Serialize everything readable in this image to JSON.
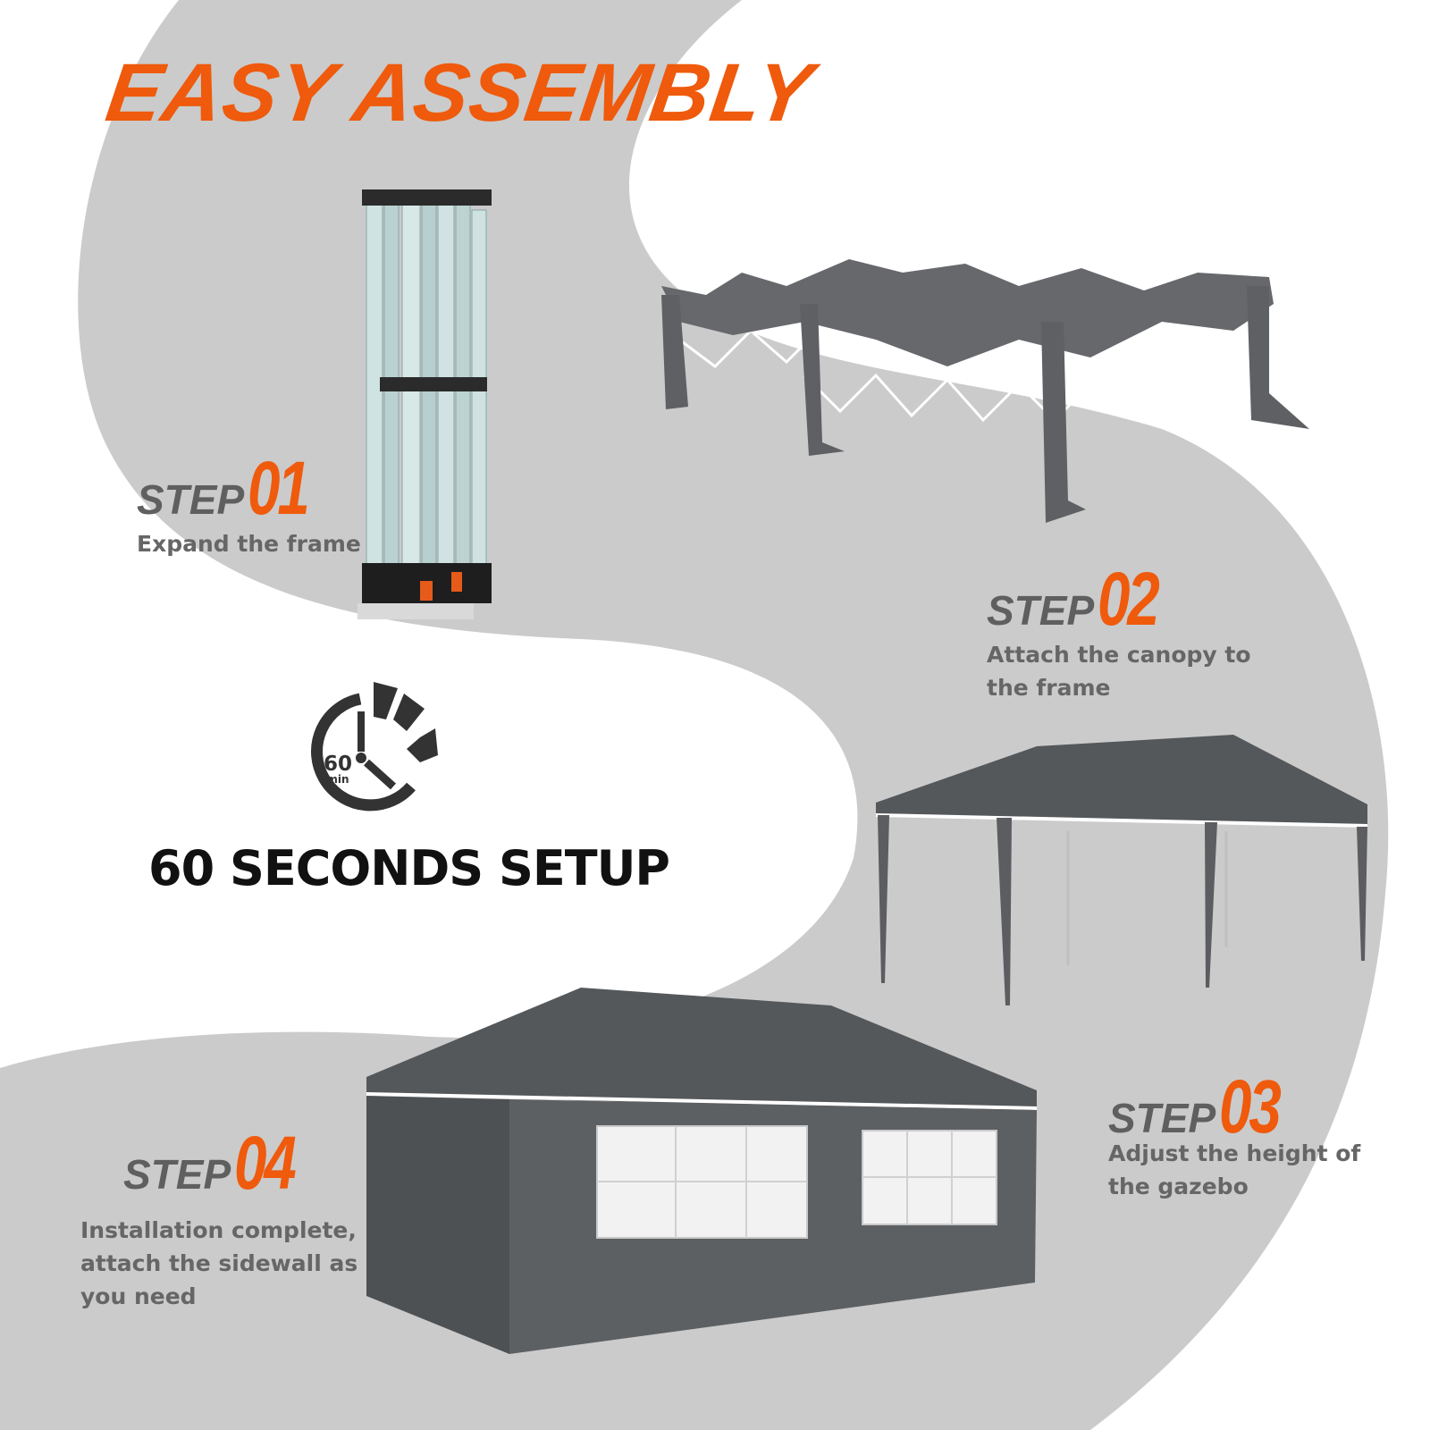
{
  "title": "EASY ASSEMBLY",
  "timer": {
    "value": "60",
    "unit": "min",
    "caption": "60 SECONDS SETUP"
  },
  "steps": [
    {
      "word": "STEP",
      "number": "01",
      "description": "Expand the frame"
    },
    {
      "word": "STEP",
      "number": "02",
      "description_lines": [
        "Attach the canopy to",
        "the frame"
      ]
    },
    {
      "word": "STEP",
      "number": "03",
      "description_lines": [
        "Adjust the height of",
        "the gazebo"
      ]
    },
    {
      "word": "STEP",
      "number": "04",
      "description_lines": [
        "Installation complete,",
        "attach the sidewall as",
        "you need"
      ]
    }
  ],
  "colors": {
    "accent": "#ef5a0c",
    "background_band": "#cbcbcb",
    "step_text": "#5f5f5f",
    "tent": "#5b5d60"
  }
}
